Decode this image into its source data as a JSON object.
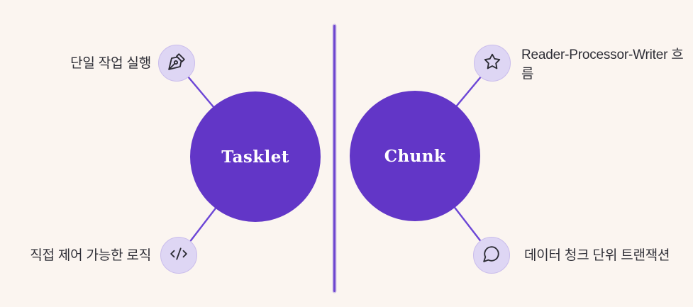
{
  "colors": {
    "background": "#fbf5f0",
    "node_fill": "#6236c7",
    "node_text": "#ffffff",
    "icon_circle_fill": "#ded6f4",
    "icon_circle_border": "#cabdec",
    "icon_stroke": "#2b2b33",
    "connector": "#6c46d6",
    "divider": "#6d45cf",
    "label_text": "#2e2e36"
  },
  "left": {
    "node_label": "Tasklet",
    "callouts": [
      {
        "icon": "pen-tool-icon",
        "label": "단일 작업 실행",
        "position": "top-left"
      },
      {
        "icon": "code-icon",
        "label": "직접 제어 가능한 로직",
        "position": "bottom-left"
      }
    ]
  },
  "right": {
    "node_label": "Chunk",
    "callouts": [
      {
        "icon": "star-icon",
        "label": "Reader-Processor-Writer 흐름",
        "position": "top-right"
      },
      {
        "icon": "message-bubble-icon",
        "label": "데이터 청크 단위 트랜잭션",
        "position": "bottom-right"
      }
    ]
  }
}
